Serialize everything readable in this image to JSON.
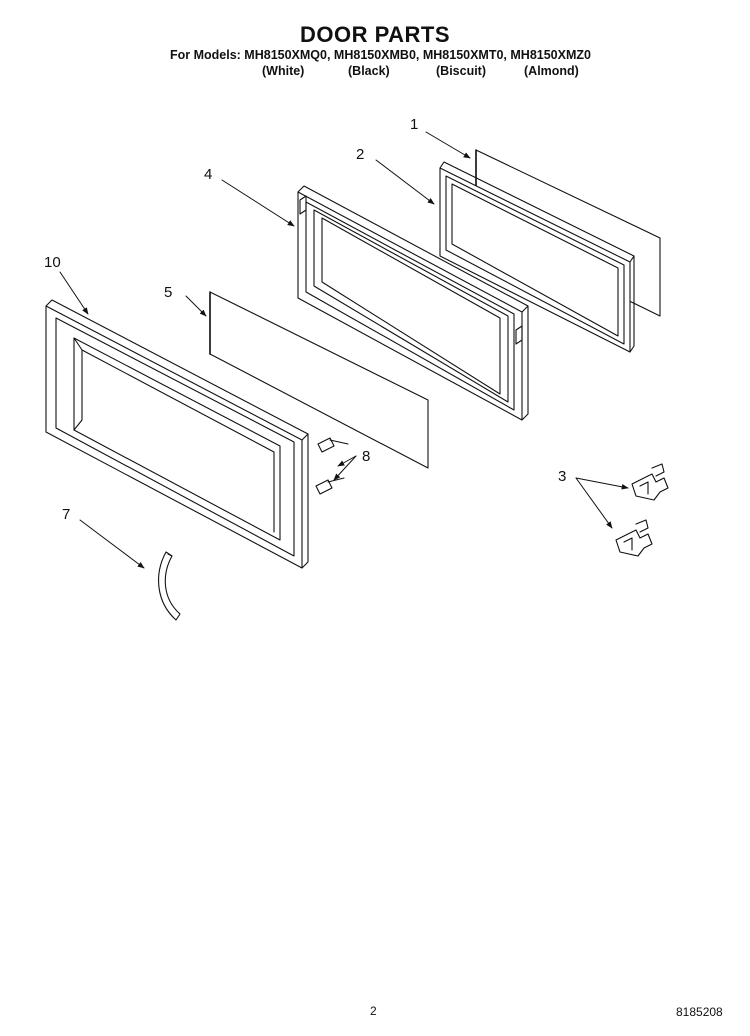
{
  "header": {
    "title": "DOOR PARTS",
    "models": "For Models: MH8150XMQ0, MH8150XMB0, MH8150XMT0, MH8150XMZ0",
    "colors": [
      "(White)",
      "(Black)",
      "(Biscuit)",
      "(Almond)"
    ]
  },
  "callouts": {
    "c1": "1",
    "c2": "2",
    "c3": "3",
    "c4": "4",
    "c5": "5",
    "c7": "7",
    "c8": "8",
    "c10": "10"
  },
  "footer": {
    "page_number": "2",
    "document_number": "8185208"
  }
}
